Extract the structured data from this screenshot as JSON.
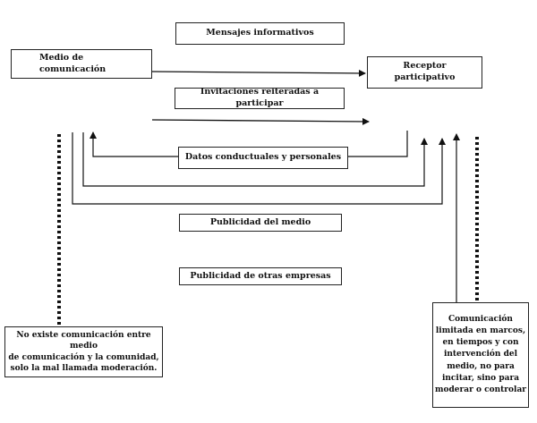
{
  "diagram": {
    "medio": "Medio de\ncomunicación",
    "receptor": "Receptor\nparticipativo",
    "mensajes": "Mensajes informativos",
    "invitaciones": "Invitaciones reiteradas a participar",
    "datos": "Datos conductuales y personales",
    "publicidad_medio": "Publicidad del medio",
    "publicidad_otras": "Publicidad de otras empresas",
    "nota_izquierda": "No existe comunicación entre medio\nde comunicación y la comunidad,\nsolo la mal llamada moderación.",
    "nota_derecha": "Comunicación\nlimitada en marcos,\nen tiempos y con\nintervención del\nmedio, no para\nincitar, sino para\nmoderar o controlar"
  }
}
